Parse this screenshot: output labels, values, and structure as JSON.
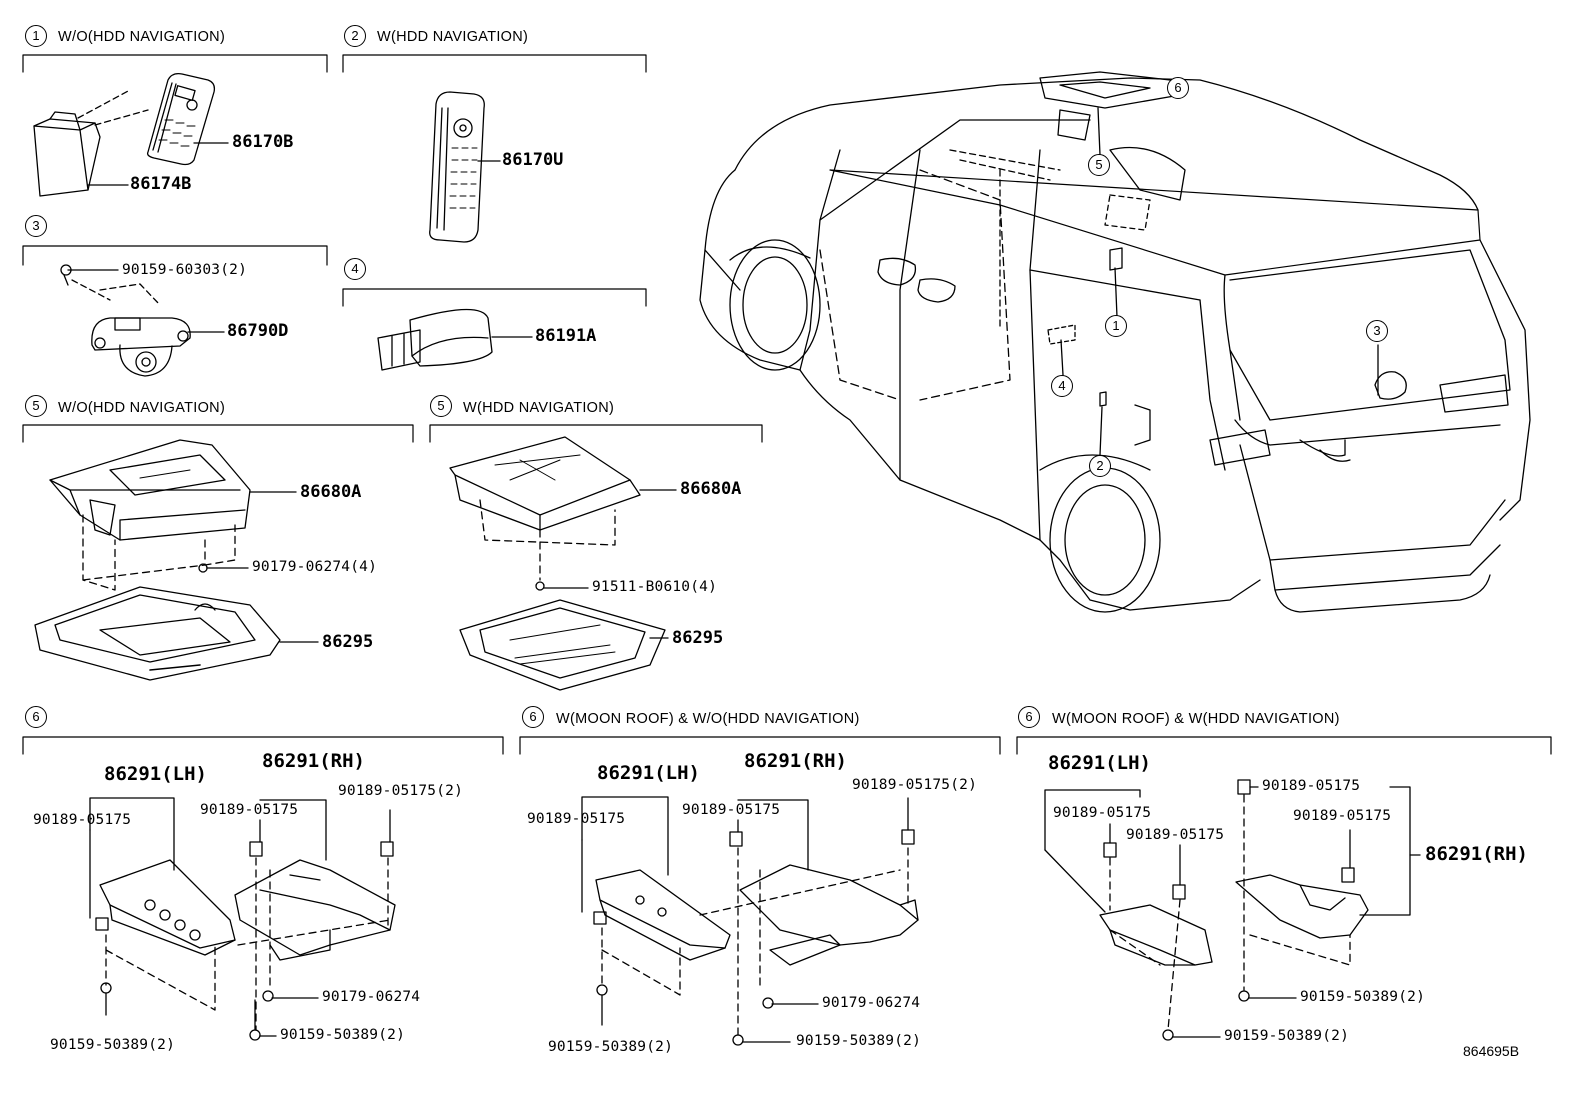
{
  "diagram_code": "864695B",
  "sections": {
    "s1": {
      "num": "1",
      "title": "W/O(HDD NAVIGATION)"
    },
    "s2": {
      "num": "2",
      "title": "W(HDD NAVIGATION)"
    },
    "s3": {
      "num": "3"
    },
    "s4": {
      "num": "4"
    },
    "s5a": {
      "num": "5",
      "title": "W/O(HDD NAVIGATION)"
    },
    "s5b": {
      "num": "5",
      "title": "W(HDD NAVIGATION)"
    },
    "s6a": {
      "num": "6"
    },
    "s6b": {
      "num": "6",
      "title": "W(MOON ROOF) & W/O(HDD NAVIGATION)"
    },
    "s6c": {
      "num": "6",
      "title": "W(MOON ROOF) & W(HDD NAVIGATION)"
    }
  },
  "parts": {
    "p86170B": "86170B",
    "p86174B": "86174B",
    "p86170U": "86170U",
    "p90159_60303": "90159-60303(2)",
    "p86790D": "86790D",
    "p86191A": "86191A",
    "p86680A_a": "86680A",
    "p90179_06274_4": "90179-06274(4)",
    "p86295_a": "86295",
    "p86680A_b": "86680A",
    "p91511": "91511-B0610(4)",
    "p86295_b": "86295",
    "s6a_lh": "86291(LH)",
    "s6a_rh": "86291(RH)",
    "s6a_90189_lh": "90189-05175",
    "s6a_90189_rh": "90189-05175",
    "s6a_90189_2": "90189-05175(2)",
    "s6a_90179": "90179-06274",
    "s6a_90159_lh": "90159-50389(2)",
    "s6a_90159_rh": "90159-50389(2)",
    "s6b_lh": "86291(LH)",
    "s6b_rh": "86291(RH)",
    "s6b_90189_lh": "90189-05175",
    "s6b_90189_rh": "90189-05175",
    "s6b_90189_2": "90189-05175(2)",
    "s6b_90179": "90179-06274",
    "s6b_90159_lh": "90159-50389(2)",
    "s6b_90159_rh": "90159-50389(2)",
    "s6c_lh": "86291(LH)",
    "s6c_rh": "86291(RH)",
    "s6c_90189_a": "90189-05175",
    "s6c_90189_b": "90189-05175",
    "s6c_90189_c": "90189-05175",
    "s6c_90189_d": "90189-05175",
    "s6c_90159_a": "90159-50389(2)",
    "s6c_90159_b": "90159-50389(2)"
  },
  "vehicle_callouts": [
    "6",
    "5",
    "1",
    "4",
    "2",
    "3"
  ]
}
